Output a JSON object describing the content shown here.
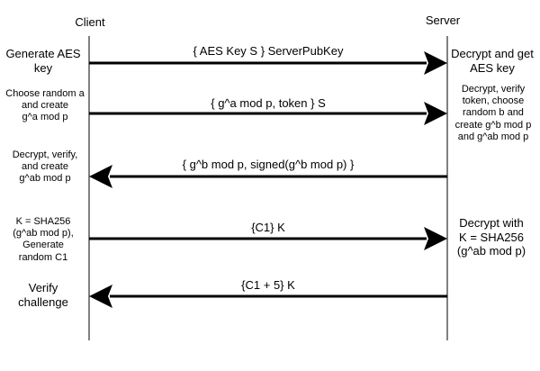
{
  "participants": {
    "client": "Client",
    "server": "Server"
  },
  "messages": [
    {
      "text": "{ AES Key S } ServerPubKey",
      "direction": "client-to-server"
    },
    {
      "text": "{ g^a mod p, token } S",
      "direction": "client-to-server"
    },
    {
      "text": "{ g^b mod p, signed(g^b mod p) }",
      "direction": "server-to-client"
    },
    {
      "text": "{C1} K",
      "direction": "client-to-server"
    },
    {
      "text": "{C1 + 5} K",
      "direction": "server-to-client"
    }
  ],
  "client_notes": [
    [
      "Generate AES",
      "key"
    ],
    [
      "Choose random a",
      "and create",
      "g^a mod p"
    ],
    [
      "Decrypt, verify,",
      "and create",
      "g^ab mod p"
    ],
    [
      "K = SHA256",
      "(g^ab mod p),",
      "Generate",
      "random C1"
    ],
    [
      "Verify",
      "challenge"
    ]
  ],
  "server_notes": [
    [
      "Decrypt and get",
      "AES key"
    ],
    [
      "Decrypt, verify",
      "token, choose",
      "random b and",
      "create g^b mod p",
      "and g^ab mod p"
    ],
    [
      "Decrypt with",
      "K = SHA256",
      "(g^ab mod p)"
    ]
  ],
  "colors": {
    "line": "#000000",
    "background": "#ffffff"
  }
}
